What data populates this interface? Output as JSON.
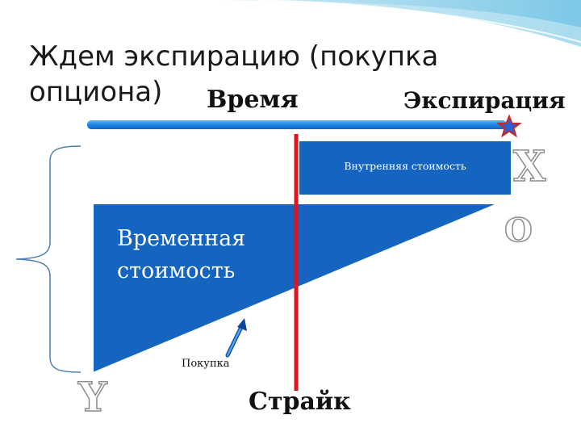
{
  "title": "Ждем экспирацию (покупка опциона)",
  "labels": {
    "time": "Время",
    "expiration": "Экспирация",
    "intrinsic_value": "Внутренняя стоимость",
    "time_value": "Временная стоимость",
    "purchase": "Покупка",
    "strike": "Страйк"
  },
  "markers": {
    "x": "X",
    "o": "O",
    "y": "Y"
  },
  "colors": {
    "fill_blue": "#1565c0",
    "arrow_blue": "#1e88e5",
    "strike_line": "#e0141c",
    "star": "#c62828",
    "title_text": "#1a1a1a"
  },
  "icons": {
    "expiration_marker": "star-icon",
    "purchase_pointer": "arrow-up-right-icon"
  }
}
